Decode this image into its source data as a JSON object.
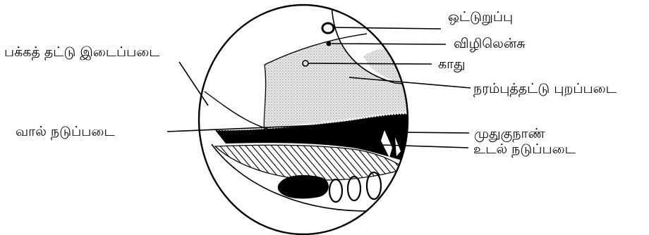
{
  "diagram": {
    "colors": {
      "ink": "#000000",
      "stipple": "#d7d7d7",
      "paper": "#ffffff"
    },
    "labels": {
      "ottu_urupu": "ஒட்டுறுப்பு",
      "vizhi_lens": "விழிலென்சு",
      "kaathu": "காது",
      "narambu_purappadai": "நரம்புத்தட்டு புறப்படை",
      "muthugunaan": "முதுகுநாண்",
      "udal_nadupadai": "உடல் நடுப்படை",
      "pakkath_idaippadai": "பக்கத் தட்டு இடைப்படை",
      "vaal_nadupadai": "வால் நடுப்படை"
    }
  }
}
